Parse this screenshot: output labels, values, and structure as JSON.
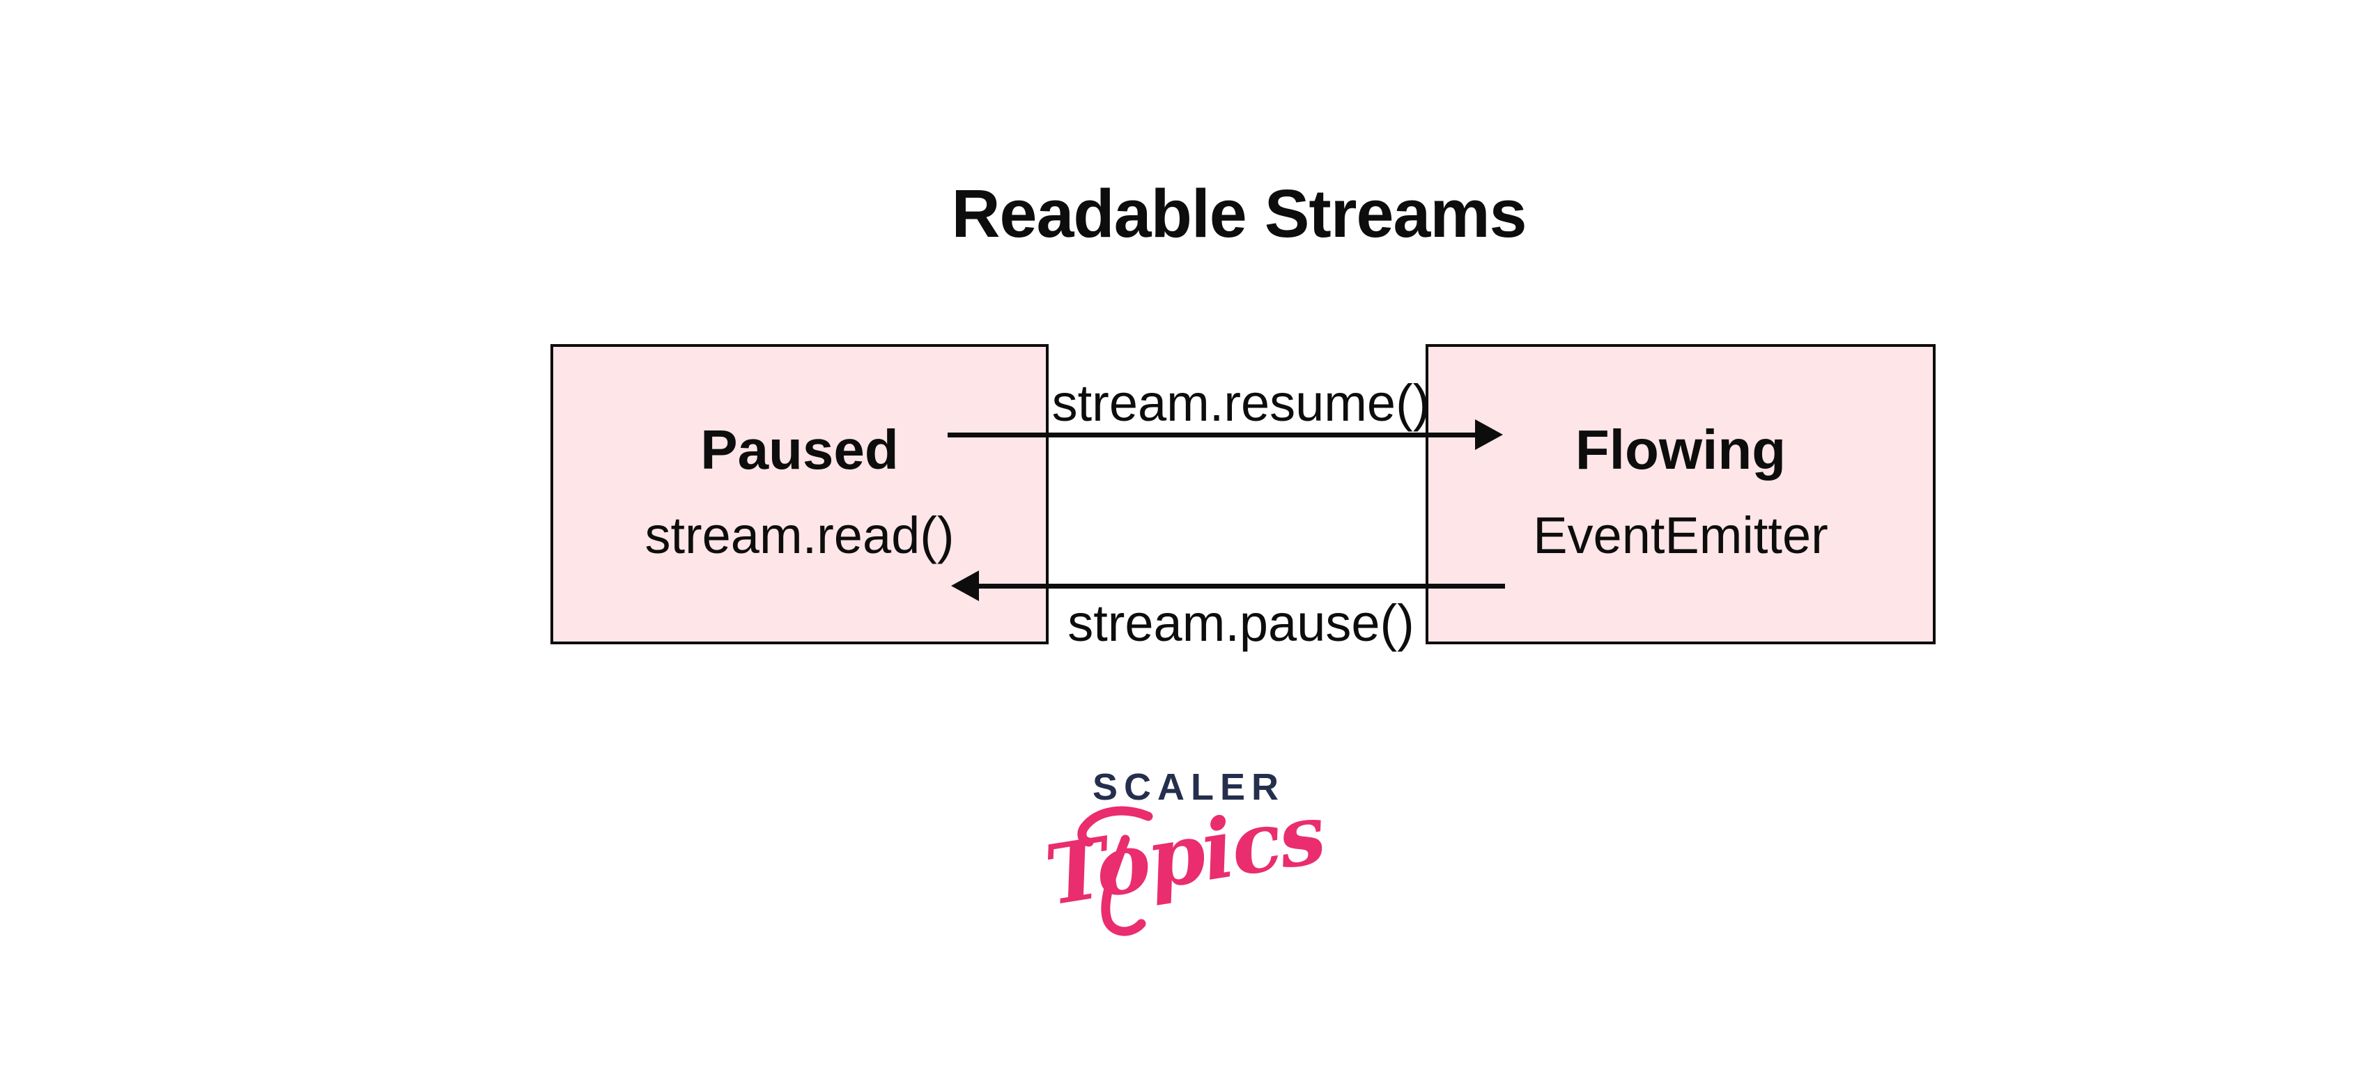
{
  "page": {
    "title": "Readable Streams"
  },
  "diagram": {
    "states": [
      {
        "name": "Paused",
        "api": "stream.read()"
      },
      {
        "name": "Flowing",
        "api": "EventEmitter"
      }
    ],
    "transitions": [
      {
        "label": "stream.resume()",
        "from": "Paused",
        "to": "Flowing",
        "direction": "right"
      },
      {
        "label": "stream.pause()",
        "from": "Flowing",
        "to": "Paused",
        "direction": "left"
      }
    ]
  },
  "logo": {
    "brand": "SCALER",
    "wordmark": "Topics"
  },
  "colors": {
    "background": "#ffffff",
    "box_fill": "#fde5e8",
    "ink": "#0d0d0d",
    "brand_navy": "#242f4d",
    "brand_pink": "#e92d6e"
  }
}
